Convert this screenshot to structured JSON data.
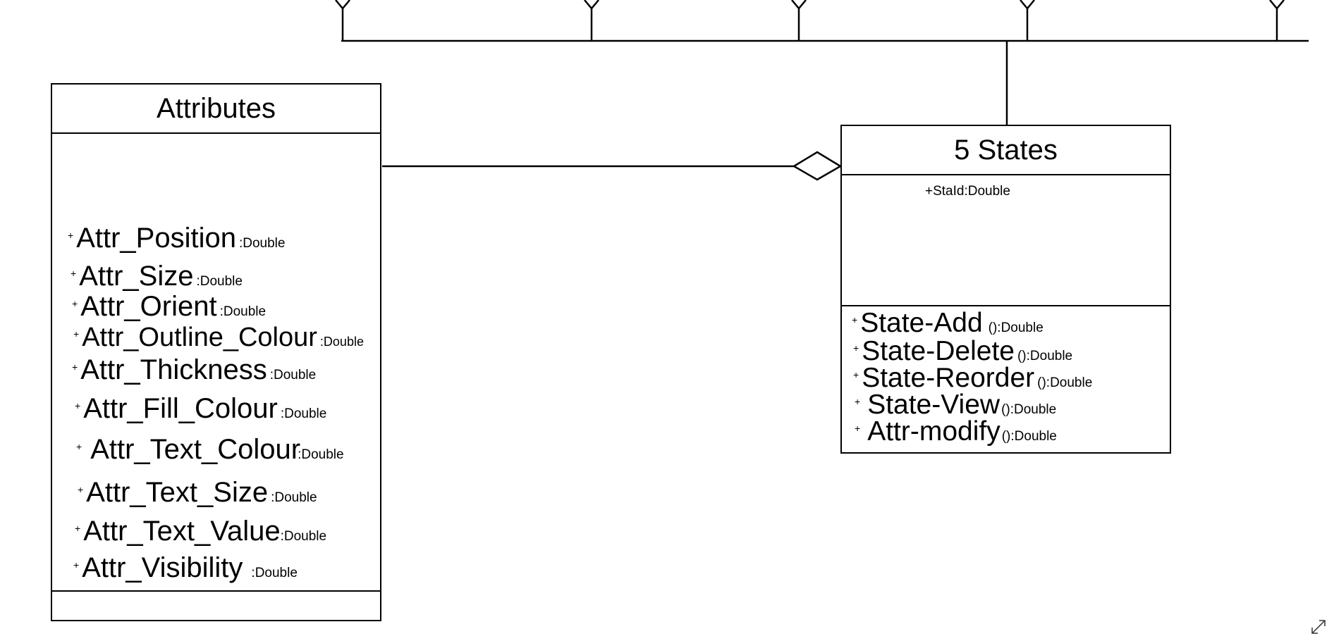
{
  "diagram": {
    "attributes_class": {
      "title": "Attributes",
      "attributes": [
        {
          "visibility": "+",
          "name": "Attr_Position",
          "type": ":Double"
        },
        {
          "visibility": "+",
          "name": "Attr_Size",
          "type": ":Double"
        },
        {
          "visibility": "+",
          "name": "Attr_Orient",
          "type": ":Double"
        },
        {
          "visibility": "+",
          "name": "Attr_Outline_Colour",
          "type": ":Double"
        },
        {
          "visibility": "+",
          "name": "Attr_Thickness",
          "type": ":Double"
        },
        {
          "visibility": "+",
          "name": "Attr_Fill_Colour",
          "type": ":Double"
        },
        {
          "visibility": "+",
          "name": "Attr_Text_Colour",
          "type": ":Double"
        },
        {
          "visibility": "+",
          "name": "Attr_Text_Size",
          "type": ":Double"
        },
        {
          "visibility": "+",
          "name": "Attr_Text_Value",
          "type": ":Double"
        },
        {
          "visibility": "+",
          "name": "Attr_Visibility",
          "type": ":Double"
        }
      ]
    },
    "states_class": {
      "title": "5 States",
      "attribute": "+StaId:Double",
      "operations": [
        {
          "visibility": "+",
          "name": "State-Add",
          "type": "():Double"
        },
        {
          "visibility": "+",
          "name": "State-Delete",
          "type": "():Double"
        },
        {
          "visibility": "+",
          "name": "State-Reorder",
          "type": "():Double"
        },
        {
          "visibility": "+",
          "name": "State-View",
          "type": "():Double"
        },
        {
          "visibility": "+",
          "name": "Attr-modify",
          "type": "():Double"
        }
      ]
    }
  }
}
